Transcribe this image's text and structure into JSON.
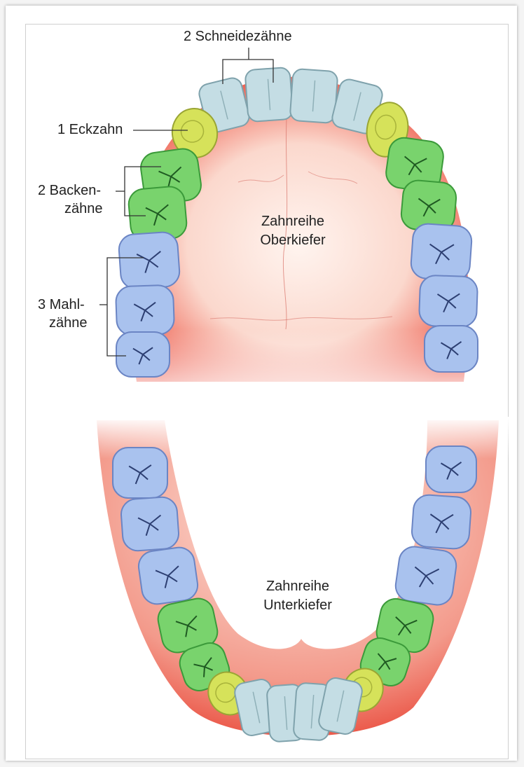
{
  "labels": {
    "incisors": "2 Schneidezähne",
    "canine": "1 Eckzahn",
    "premolars_line1": "2 Backen-",
    "premolars_line2": "zähne",
    "molars_line1": "3 Mahl-",
    "molars_line2": "zähne",
    "upper_line1": "Zahnreihe",
    "upper_line2": "Oberkiefer",
    "lower_line1": "Zahnreihe",
    "lower_line2": "Unterkiefer"
  },
  "colors": {
    "incisor": "#c4dde4",
    "canine": "#d6e25a",
    "premolar": "#79d36d",
    "molar": "#a9c2ee",
    "gum": "#ec4b3d",
    "palate": "#f9cbbf"
  }
}
